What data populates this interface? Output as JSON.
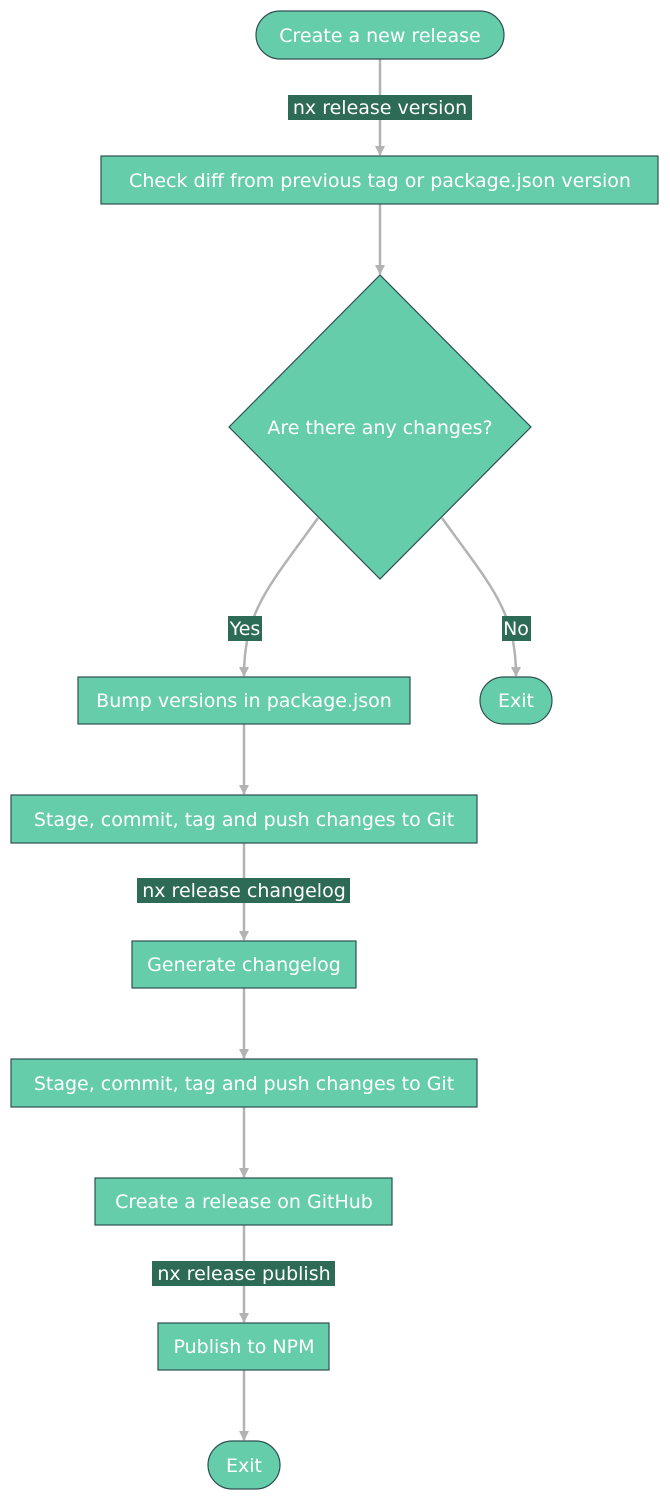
{
  "colors": {
    "node_fill": "#66cdaa",
    "node_stroke": "#2f4f4f",
    "edge": "#b3b3b3",
    "label_bg": "#2e6b57",
    "text": "#ffffff"
  },
  "nodes": {
    "start": "Create a new release",
    "check_diff": "Check diff from previous tag or package.json version",
    "decision": "Are there any changes?",
    "bump": "Bump versions in package.json",
    "exit_no": "Exit",
    "stage_commit_1": "Stage, commit, tag and push changes to Git",
    "generate_changelog": "Generate changelog",
    "stage_commit_2": "Stage, commit, tag and push changes to Git",
    "github_release": "Create a release on GitHub",
    "publish": "Publish to NPM",
    "exit_end": "Exit"
  },
  "edge_labels": {
    "version": "nx release version",
    "yes": "Yes",
    "no": "No",
    "changelog": "nx release changelog",
    "publish": "nx release publish"
  }
}
